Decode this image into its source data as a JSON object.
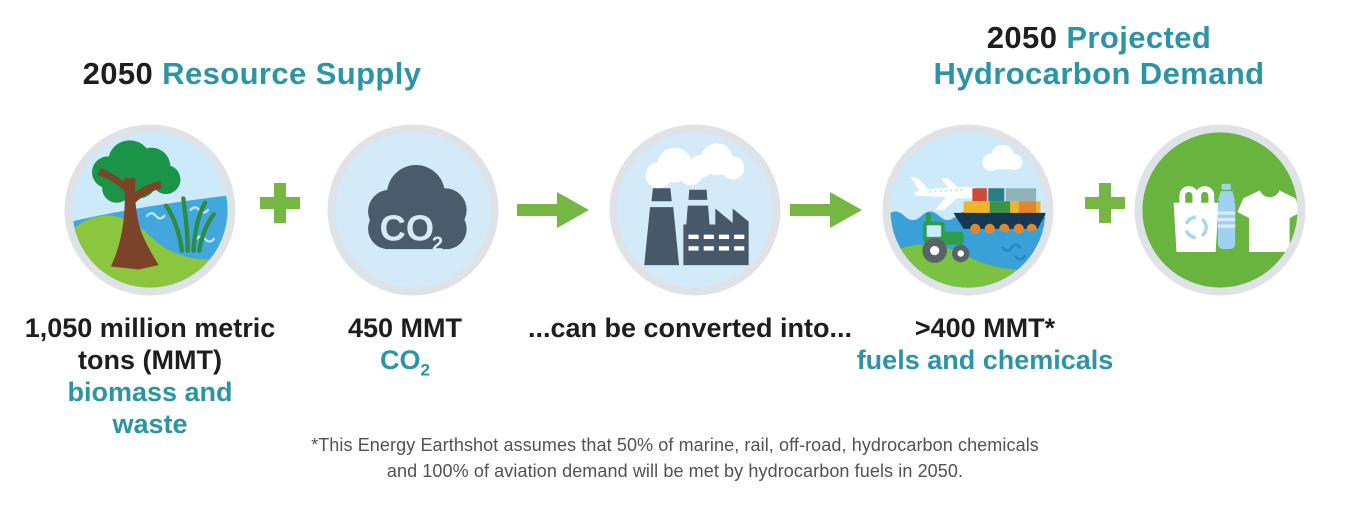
{
  "header": {
    "left_title": {
      "year": "2050",
      "label": "Resource Supply"
    },
    "right_title": {
      "year": "2050",
      "label_line1": "Projected",
      "label_line2": "Hydrocarbon Demand"
    }
  },
  "icons": {
    "co2_cloud_text": "CO",
    "co2_cloud_sub": "2"
  },
  "labels": {
    "biomass": {
      "amount": "1,050 million metric tons (MMT)",
      "category": "biomass and waste"
    },
    "co2": {
      "amount": "450 MMT",
      "category_main": "CO",
      "category_sub": "2"
    },
    "conversion": {
      "text": "...can be converted into..."
    },
    "products": {
      "amount": ">400 MMT*",
      "category": "fuels and chemicals"
    }
  },
  "footnote": {
    "line1": "*This Energy Earthshot assumes that 50% of marine, rail, off-road, hydrocarbon chemicals",
    "line2": "and 100% of aviation demand will be met by hydrocarbon fuels in 2050."
  },
  "colors": {
    "teal": "#2b94a6",
    "black": "#1e1e21",
    "green_accent": "#74b843",
    "circle_ring": "#dfe3e8",
    "circle_blue": "#d5eaf8",
    "sky_blue": "#cdeafa",
    "slate": "#4a5c6c",
    "product_green": "#69b43f"
  }
}
